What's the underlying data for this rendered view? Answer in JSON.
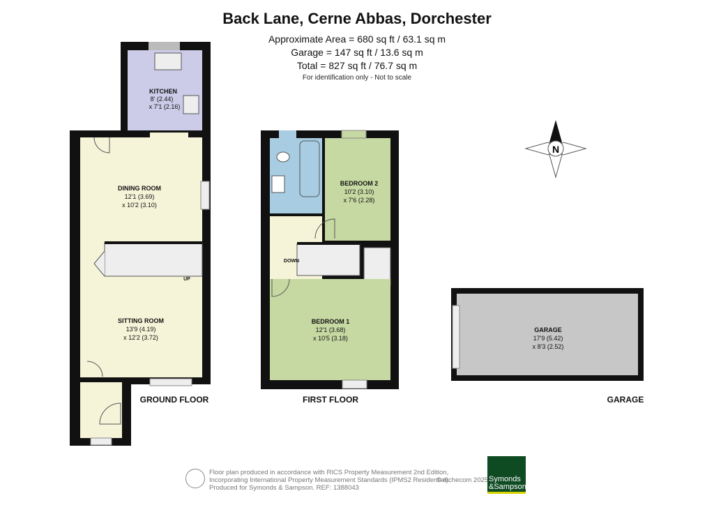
{
  "header": {
    "title": "Back Lane, Cerne Abbas, Dorchester",
    "area": "Approximate Area = 680 sq ft / 63.1 sq m",
    "garage": "Garage = 147 sq ft / 13.6 sq m",
    "total": "Total = 827 sq ft / 76.7 sq m",
    "note": "For identification only - Not to scale"
  },
  "floors": {
    "ground": {
      "label": "GROUND FLOOR",
      "rooms": [
        {
          "name": "KITCHEN",
          "dim1": "8' (2.44)",
          "dim2": "x 7'1 (2.16)"
        },
        {
          "name": "DINING ROOM",
          "dim1": "12'1 (3.69)",
          "dim2": "x 10'2 (3.10)"
        },
        {
          "name": "SITTING ROOM",
          "dim1": "13'9 (4.19)",
          "dim2": "x 12'2 (3.72)"
        }
      ],
      "stairs": "UP"
    },
    "first": {
      "label": "FIRST FLOOR",
      "rooms": [
        {
          "name": "BEDROOM 2",
          "dim1": "10'2 (3.10)",
          "dim2": "x 7'6 (2.28)"
        },
        {
          "name": "BEDROOM 1",
          "dim1": "12'1 (3.68)",
          "dim2": "x 10'5 (3.18)"
        }
      ],
      "stairs": "DOWN"
    },
    "garage": {
      "label": "GARAGE",
      "rooms": [
        {
          "name": "GARAGE",
          "dim1": "17'9 (5.42)",
          "dim2": "x 8'3 (2.52)"
        }
      ]
    }
  },
  "compass": {
    "label": "N"
  },
  "footer": {
    "line1": "Floor plan produced in accordance with RICS Property Measurement 2nd Edition,",
    "line2": "Incorporating International Property Measurement Standards (IPMS2 Residential).",
    "line3": "Produced for Symonds & Sampson.   REF:  1388043",
    "copyright": "© nichecom 2025.",
    "logo_line1": "Symonds",
    "logo_line2": "&Sampson"
  },
  "colors": {
    "wall": "#111111",
    "kitchen": "#cccbe8",
    "living": "#f6f4d8",
    "bedroom": "#c7d9a2",
    "bathroom": "#a8cde2",
    "garage": "#c8c7c7",
    "brand": "#0e4a22"
  }
}
